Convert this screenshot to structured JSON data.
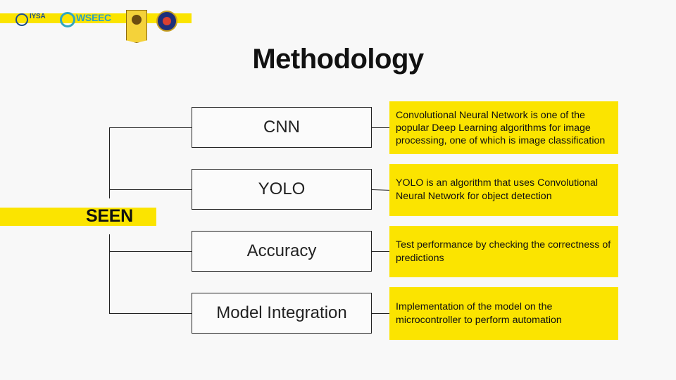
{
  "header": {
    "logos": [
      {
        "name": "iysa-logo",
        "text": "IYSA"
      },
      {
        "name": "wseec-logo",
        "text": "WSEEC"
      },
      {
        "name": "university-badge-logo"
      },
      {
        "name": "institution-seal-logo"
      }
    ]
  },
  "slide": {
    "title": "Methodology",
    "root": "SEEN",
    "items": [
      {
        "label": "CNN",
        "description": "Convolutional Neural Network is one of the popular Deep Learning algorithms for image processing, one of which is image classification"
      },
      {
        "label": "YOLO",
        "description": "YOLO is an algorithm that uses Convolutional Neural Network for object detection"
      },
      {
        "label": "Accuracy",
        "description": "Test performance by checking the correctness of predictions"
      },
      {
        "label": "Model Integration",
        "description": "Implementation of the model on the microcontroller to perform automation"
      }
    ]
  },
  "colors": {
    "accent": "#fbe400",
    "text": "#111111",
    "background": "#f8f8f8"
  }
}
